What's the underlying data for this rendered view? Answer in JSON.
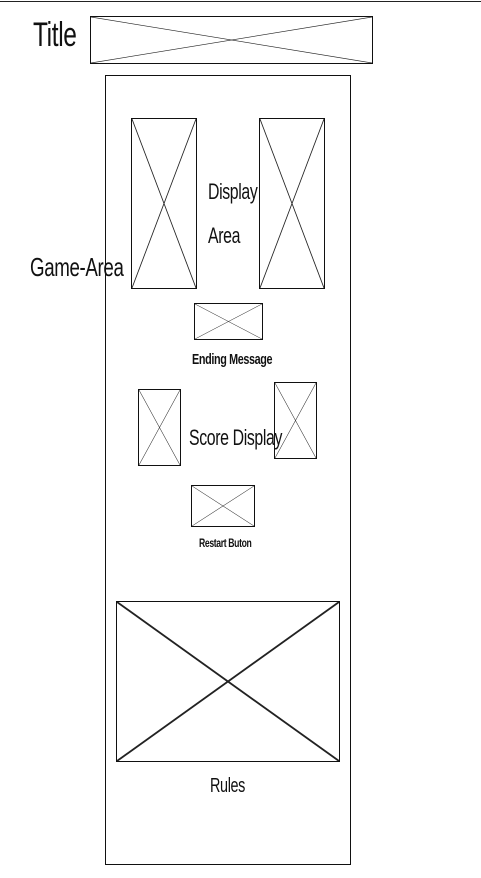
{
  "title_label": "Title",
  "game_area_label": "Game-Area",
  "display_area_label_line1": "Display",
  "display_area_label_line2": "Area",
  "ending_message_label": "Ending Message",
  "score_display_label": "Score Display",
  "restart_button_label": "Restart Buton",
  "rules_label": "Rules",
  "placeholder_icon": "crossed-box"
}
